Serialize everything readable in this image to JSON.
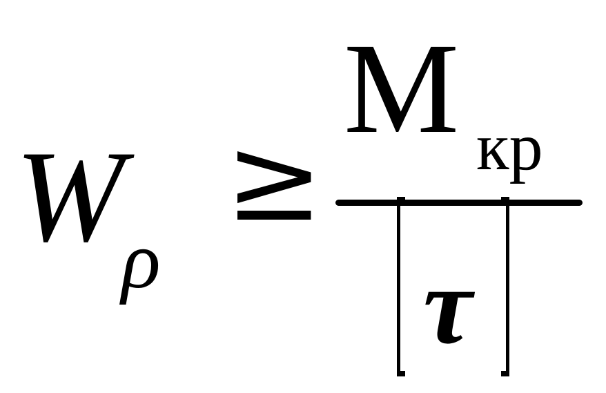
{
  "formula": {
    "lhs_symbol": "W",
    "lhs_subscript": "ρ",
    "relation": "≥",
    "numerator_symbol": "M",
    "numerator_subscript": "кр",
    "denominator_symbol": "τ"
  }
}
